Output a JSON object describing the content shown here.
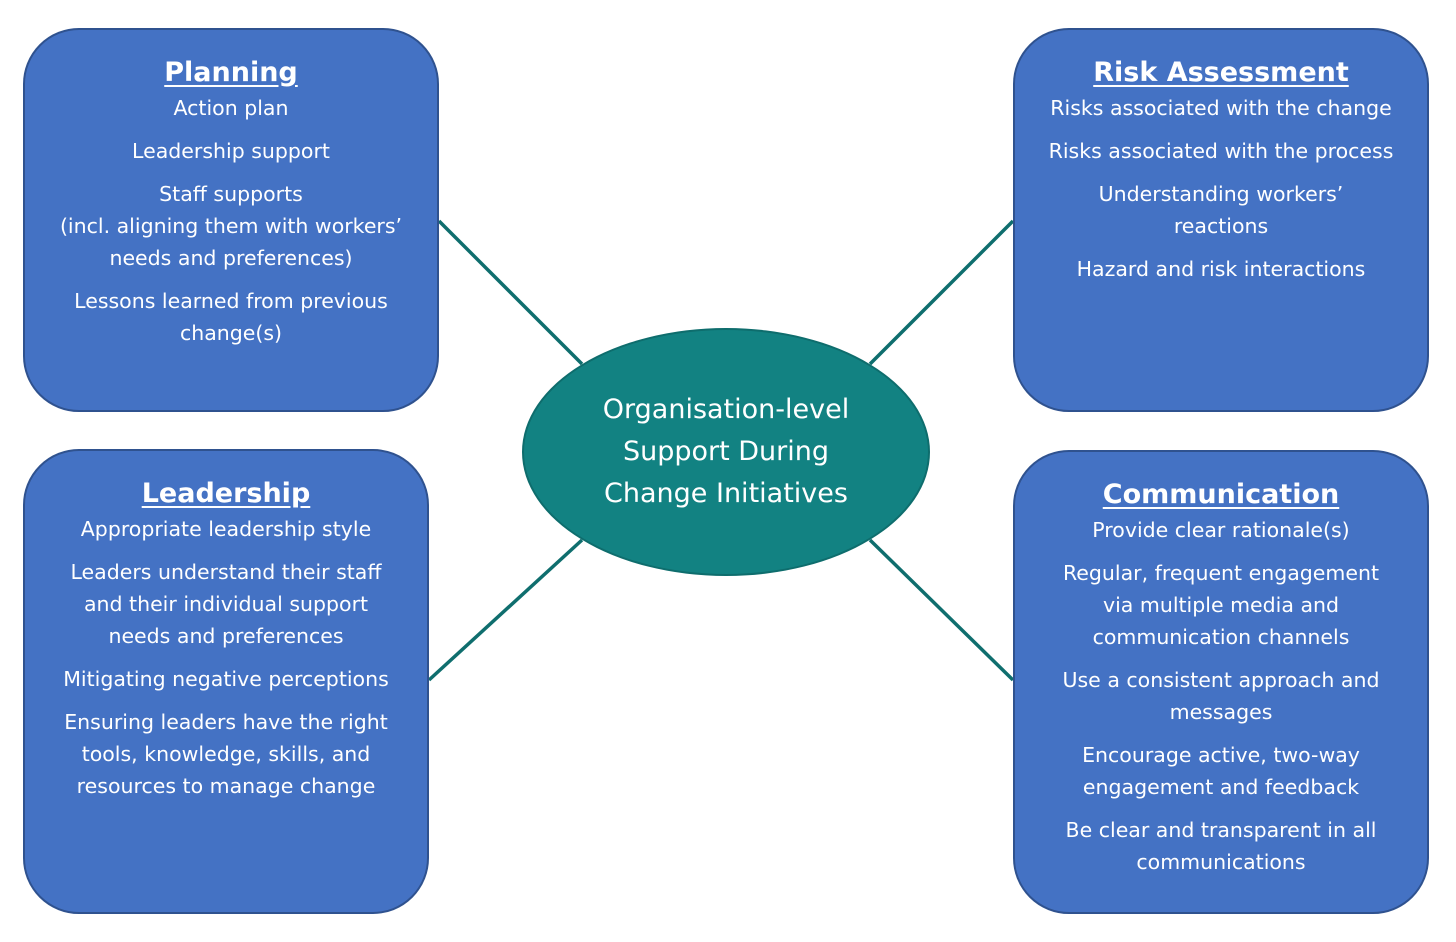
{
  "colors": {
    "box_fill": "#4472c4",
    "center_fill": "#128282",
    "connector": "#0f6e6e",
    "text": "#ffffff"
  },
  "center": {
    "label": "Organisation-level\nSupport During\nChange Initiatives"
  },
  "boxes": {
    "planning": {
      "title": "Planning",
      "items": [
        "Action plan",
        "Leadership support",
        "Staff supports\n(incl. aligning them with workers’\nneeds and preferences)",
        "Lessons learned from previous\nchange(s)"
      ]
    },
    "risk": {
      "title": "Risk Assessment",
      "items": [
        "Risks associated with the change",
        "Risks associated with the process",
        "Understanding workers’\nreactions",
        "Hazard and risk interactions"
      ]
    },
    "leadership": {
      "title": "Leadership",
      "items": [
        "Appropriate leadership style",
        "Leaders understand their staff\nand their individual support\nneeds and preferences",
        "Mitigating negative perceptions",
        "Ensuring leaders have the right\ntools, knowledge, skills, and\nresources to manage change"
      ]
    },
    "communication": {
      "title": "Communication",
      "items": [
        "Provide clear rationale(s)",
        "Regular, frequent engagement\nvia multiple media and\ncommunication channels",
        "Use a consistent approach and\nmessages",
        "Encourage active, two-way\nengagement and feedback",
        "Be clear and transparent in all\ncommunications"
      ]
    }
  }
}
